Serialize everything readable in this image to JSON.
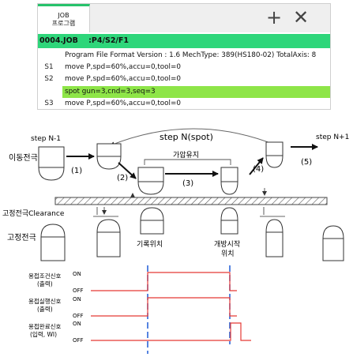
{
  "panel": {
    "tab_line1": "JOB",
    "tab_line2": "프로그램",
    "add_icon": "plus-icon",
    "close_icon": "close-icon",
    "file_header": "0004.JOB    :P4/S2/F1",
    "lines": [
      {
        "num": "",
        "code": "Program File Format Version : 1.6  MechType: 389(HS180-02)  TotalAxis: 8"
      },
      {
        "num": "S1",
        "code": "move P,spd=60%,accu=0,tool=0"
      },
      {
        "num": "S2",
        "code": "move P,spd=60%,accu=0,tool=0"
      },
      {
        "num": "",
        "code": "spot gun=3,cnd=3,seq=3"
      },
      {
        "num": "S3",
        "code": "move P,spd=60%,accu=0,tool=0"
      }
    ],
    "highlight_color": "#8ee548",
    "header_color": "#2ed67a"
  },
  "diagram": {
    "step_prev": "step N-1",
    "step_curr": "step N(spot)",
    "step_next": "step N+1",
    "moving_electrode": "이동전극",
    "fixed_clearance": "고정전극Clearance",
    "fixed_electrode": "고정전극",
    "pressure_position": "가압유지",
    "record_position": "기록위치",
    "open_start_1": "개방시작",
    "open_start_2": "위치",
    "m1": "(1)",
    "m2": "(2)",
    "m3": "(3)",
    "m4": "(4)",
    "m5": "(5)"
  },
  "timing": {
    "sig1_name": "용접조건신호",
    "sig1_sub": "(출력)",
    "sig2_name": "용접실행신호",
    "sig2_sub": "(출력)",
    "sig3_name": "용접완료신호",
    "sig3_sub": "(입력, WI)",
    "on": "ON",
    "off": "OFF",
    "signal_color": "#e53935",
    "marker_color": "#1e5bd6"
  }
}
